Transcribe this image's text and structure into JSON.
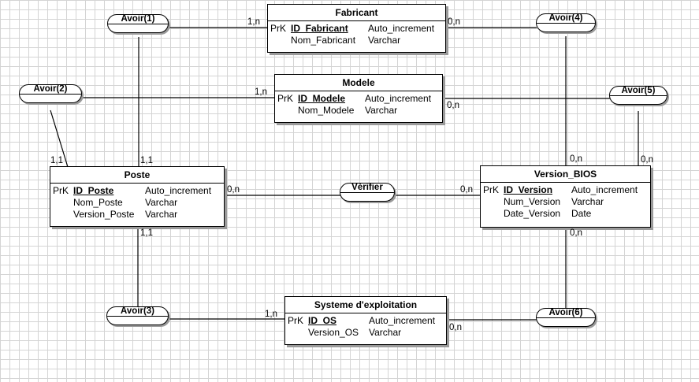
{
  "entities": {
    "fabricant": {
      "title": "Fabricant",
      "attrs": [
        {
          "prefix": "PrK",
          "name": "ID_Fabricant",
          "type": "Auto_increment"
        },
        {
          "prefix": "",
          "name": "Nom_Fabricant",
          "type": "Varchar"
        }
      ]
    },
    "modele": {
      "title": "Modele",
      "attrs": [
        {
          "prefix": "PrK",
          "name": "ID_Modele",
          "type": "Auto_increment"
        },
        {
          "prefix": "",
          "name": "Nom_Modele",
          "type": "Varchar"
        }
      ]
    },
    "poste": {
      "title": "Poste",
      "attrs": [
        {
          "prefix": "PrK",
          "name": "ID_Poste",
          "type": "Auto_increment"
        },
        {
          "prefix": "",
          "name": "Nom_Poste",
          "type": "Varchar"
        },
        {
          "prefix": "",
          "name": "Version_Poste",
          "type": "Varchar"
        }
      ]
    },
    "version_bios": {
      "title": "Version_BIOS",
      "attrs": [
        {
          "prefix": "PrK",
          "name": "ID_Version",
          "type": "Auto_increment"
        },
        {
          "prefix": "",
          "name": "Num_Version",
          "type": "Varchar"
        },
        {
          "prefix": "",
          "name": "Date_Version",
          "type": "Date"
        }
      ]
    },
    "systeme": {
      "title": "Systeme d'exploitation",
      "attrs": [
        {
          "prefix": "PrK",
          "name": "ID_OS",
          "type": "Auto_increment"
        },
        {
          "prefix": "",
          "name": "Version_OS",
          "type": "Varchar"
        }
      ]
    }
  },
  "associations": {
    "avoir1": "Avoir(1)",
    "avoir2": "Avoir(2)",
    "avoir3": "Avoir(3)",
    "avoir4": "Avoir(4)",
    "avoir5": "Avoir(5)",
    "avoir6": "Avoir(6)",
    "verifier": "Vérifier"
  },
  "cardinalities": {
    "a1_fabricant": "1,n",
    "a2_modele": "1,n",
    "a2_poste": "1,1",
    "a1_poste": "1,1",
    "a4_fabricant": "0,n",
    "a5_modele": "0,n",
    "a4_version": "0,n",
    "a5_version": "0,n",
    "verifier_poste": "0,n",
    "verifier_version": "0,n",
    "a3_poste": "1,1",
    "a6_version": "0,n",
    "a3_systeme": "1,n",
    "a6_systeme": "0,n"
  }
}
